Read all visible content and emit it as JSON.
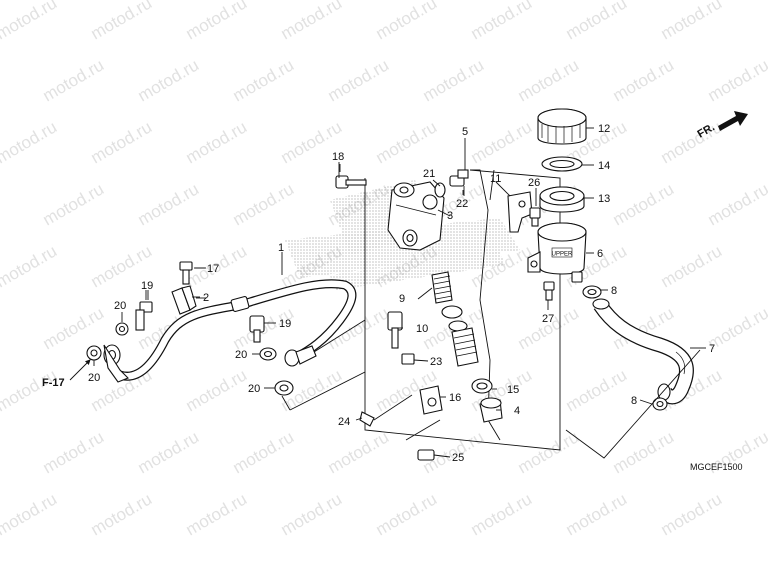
{
  "watermark": "motod.ru",
  "direction_label": "FR.",
  "ref_label": "F-17",
  "diagram_code": "MGCEF1500",
  "reservoir_text": "UPPER",
  "parts": {
    "p1": "1",
    "p2": "2",
    "p3": "3",
    "p4": "4",
    "p5": "5",
    "p6": "6",
    "p7": "7",
    "p8a": "8",
    "p8b": "8",
    "p9": "9",
    "p10": "10",
    "p11": "11",
    "p12": "12",
    "p13": "13",
    "p14": "14",
    "p15": "15",
    "p16": "16",
    "p17": "17",
    "p18": "18",
    "p19a": "19",
    "p19b": "19",
    "p20a": "20",
    "p20b": "20",
    "p20c": "20",
    "p20d": "20",
    "p21": "21",
    "p22": "22",
    "p23": "23",
    "p24": "24",
    "p25": "25",
    "p26": "26",
    "p27": "27"
  }
}
